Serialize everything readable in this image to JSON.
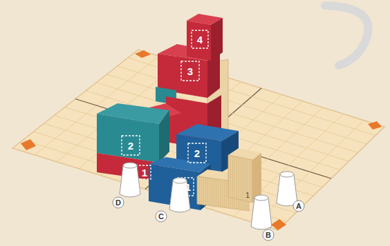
{
  "diagram": {
    "labels": [
      "4",
      "3",
      "2",
      "2",
      "1",
      "1",
      "1",
      "D",
      "C",
      "B",
      "A"
    ]
  }
}
